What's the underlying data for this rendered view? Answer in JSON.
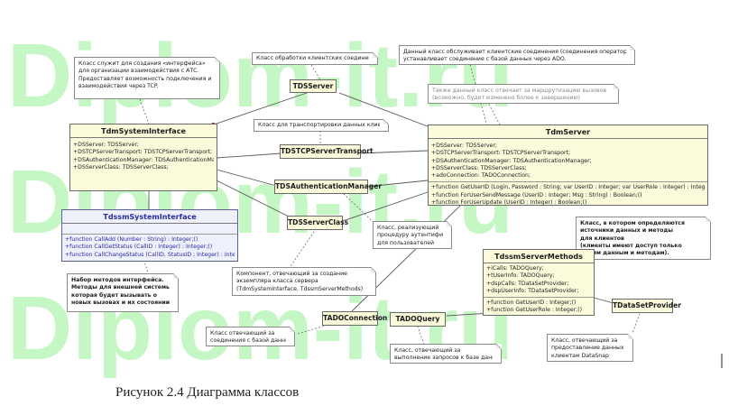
{
  "watermark": "Diplom-it.ru",
  "caption": "Рисунок 2.4 Диаграмма классов",
  "classes": {
    "system_interface": {
      "title": "TdmSystemInterface",
      "attrs": [
        "+DSServer: TDSServer;",
        "+DSTCPServerTransport: TDSTCPServerTransport;",
        "+DSAuthenticationManager: TDSAuthenticationManager;",
        "+DSServerClass: TDSServerClass;"
      ]
    },
    "server": {
      "title": "TdmServer",
      "attrs": [
        "+DSServer: TDSServer;",
        "+DSTCPServerTransport: TDSTCPServerTransport;",
        "+DSAuthenticationManager: TDSAuthenticationManager;",
        "+DSServerClass: TDSServerClass;",
        "+adoConnection: TADOConnection;"
      ],
      "methods": [
        "+function GetUserID (Login, Password : String; var UserID : Integer; var UserRole : Integer) : Integer;()",
        "+function ForUserSendMessage (UserID : Integer; Msg : String) : Boolean;()",
        "+function ForUserUpdate (UserID : Integer) : Boolean;()"
      ]
    },
    "ssm_interface": {
      "title": "TdssmSystemInterface",
      "methods": [
        "+function CallAdd (Number : String) : Integer;()",
        "+function CallGetStatus (CallID : Integer) : Integer;()",
        "+function CallChangeStatus (CallID, StatusID : Integer) : Integer;()"
      ]
    },
    "ssm_methods": {
      "title": "TdssmServerMethods",
      "attrs": [
        "+iCalls: TADOQuery;",
        "+tUserInfo: TADOQuery;",
        "+dspCalls: TDataSetProvider;",
        "+dspUserInfo: TDataSetProvider;"
      ],
      "methods": [
        "+function GetUserID : Integer;()",
        "+function GetUserRole : Integer;()"
      ]
    }
  },
  "components": {
    "ds_server": "TDSServer",
    "tcp_transport": "TDSTCPServerTransport",
    "auth_manager": "TDSAuthenticationManager",
    "server_class": "TDSServerClass",
    "ado_connection": "TADOConnection",
    "ado_query": "TADOQuery",
    "dataset_provider": "TDataSetProvider"
  },
  "notes": {
    "interface_desc": [
      "Класс служит для создания «интерфейса»",
      "для организации взаимодействия с АТС.",
      "Предоставляет возможность подключения и",
      "взаимодействия через TCP."
    ],
    "ds_server": [
      "Класс обработки клиентских соединений."
    ],
    "server_desc": [
      "Данный класс обслуживает клиентские соединения (соединения операторов) и",
      "устанавливает соединение с базой данных через ADO."
    ],
    "server_routing": [
      "Также данный класс отвечает за маршрутизацию вызовов",
      "(возможно, будет изменено более к завершению)"
    ],
    "transport": [
      "Класс для транспортировки данных клиенту."
    ],
    "auth": [
      "Класс, реализующий",
      "процедуру аутентификации",
      "для пользователей"
    ],
    "server_class": [
      "Компонент, отвечающий за создание",
      "экземпляра класса сервера",
      "(TdmSystemInterface, TdssmServerMethods)"
    ],
    "external_methods": [
      "Набор методов интерфейса.",
      "Методы для внешней системы",
      "которая будет вызывать о",
      "новых вызовах и их состоянии."
    ],
    "data_source": [
      "Класс, в котором определяются",
      "источники данных и методы",
      "для клиентов",
      "(клиенты имеют доступ только",
      "к этим данным и методам)."
    ],
    "connection": [
      "Класс отвечающий за",
      "соединения с базой данных."
    ],
    "query": [
      "Класс, отвечающий за",
      "выполнение запросов к  базе данных."
    ],
    "provider": [
      "Класс, отвечающий за",
      "предоставление данных",
      "клиентам DataSnap"
    ]
  }
}
